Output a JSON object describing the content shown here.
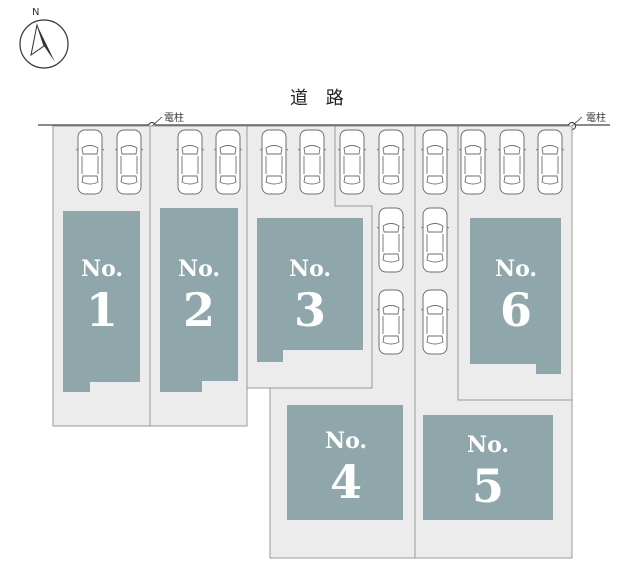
{
  "compass": {
    "label": "N"
  },
  "road": {
    "label": "道 路"
  },
  "poles": [
    {
      "label": "電柱"
    },
    {
      "label": "電柱"
    }
  ],
  "lots": [
    {
      "prefix": "No.",
      "number": "1"
    },
    {
      "prefix": "No.",
      "number": "2"
    },
    {
      "prefix": "No.",
      "number": "3"
    },
    {
      "prefix": "No.",
      "number": "4"
    },
    {
      "prefix": "No.",
      "number": "5"
    },
    {
      "prefix": "No.",
      "number": "6"
    }
  ],
  "colors": {
    "building": "#8fa7ab",
    "lot": "#ececec",
    "outline": "#9a9a9a"
  }
}
